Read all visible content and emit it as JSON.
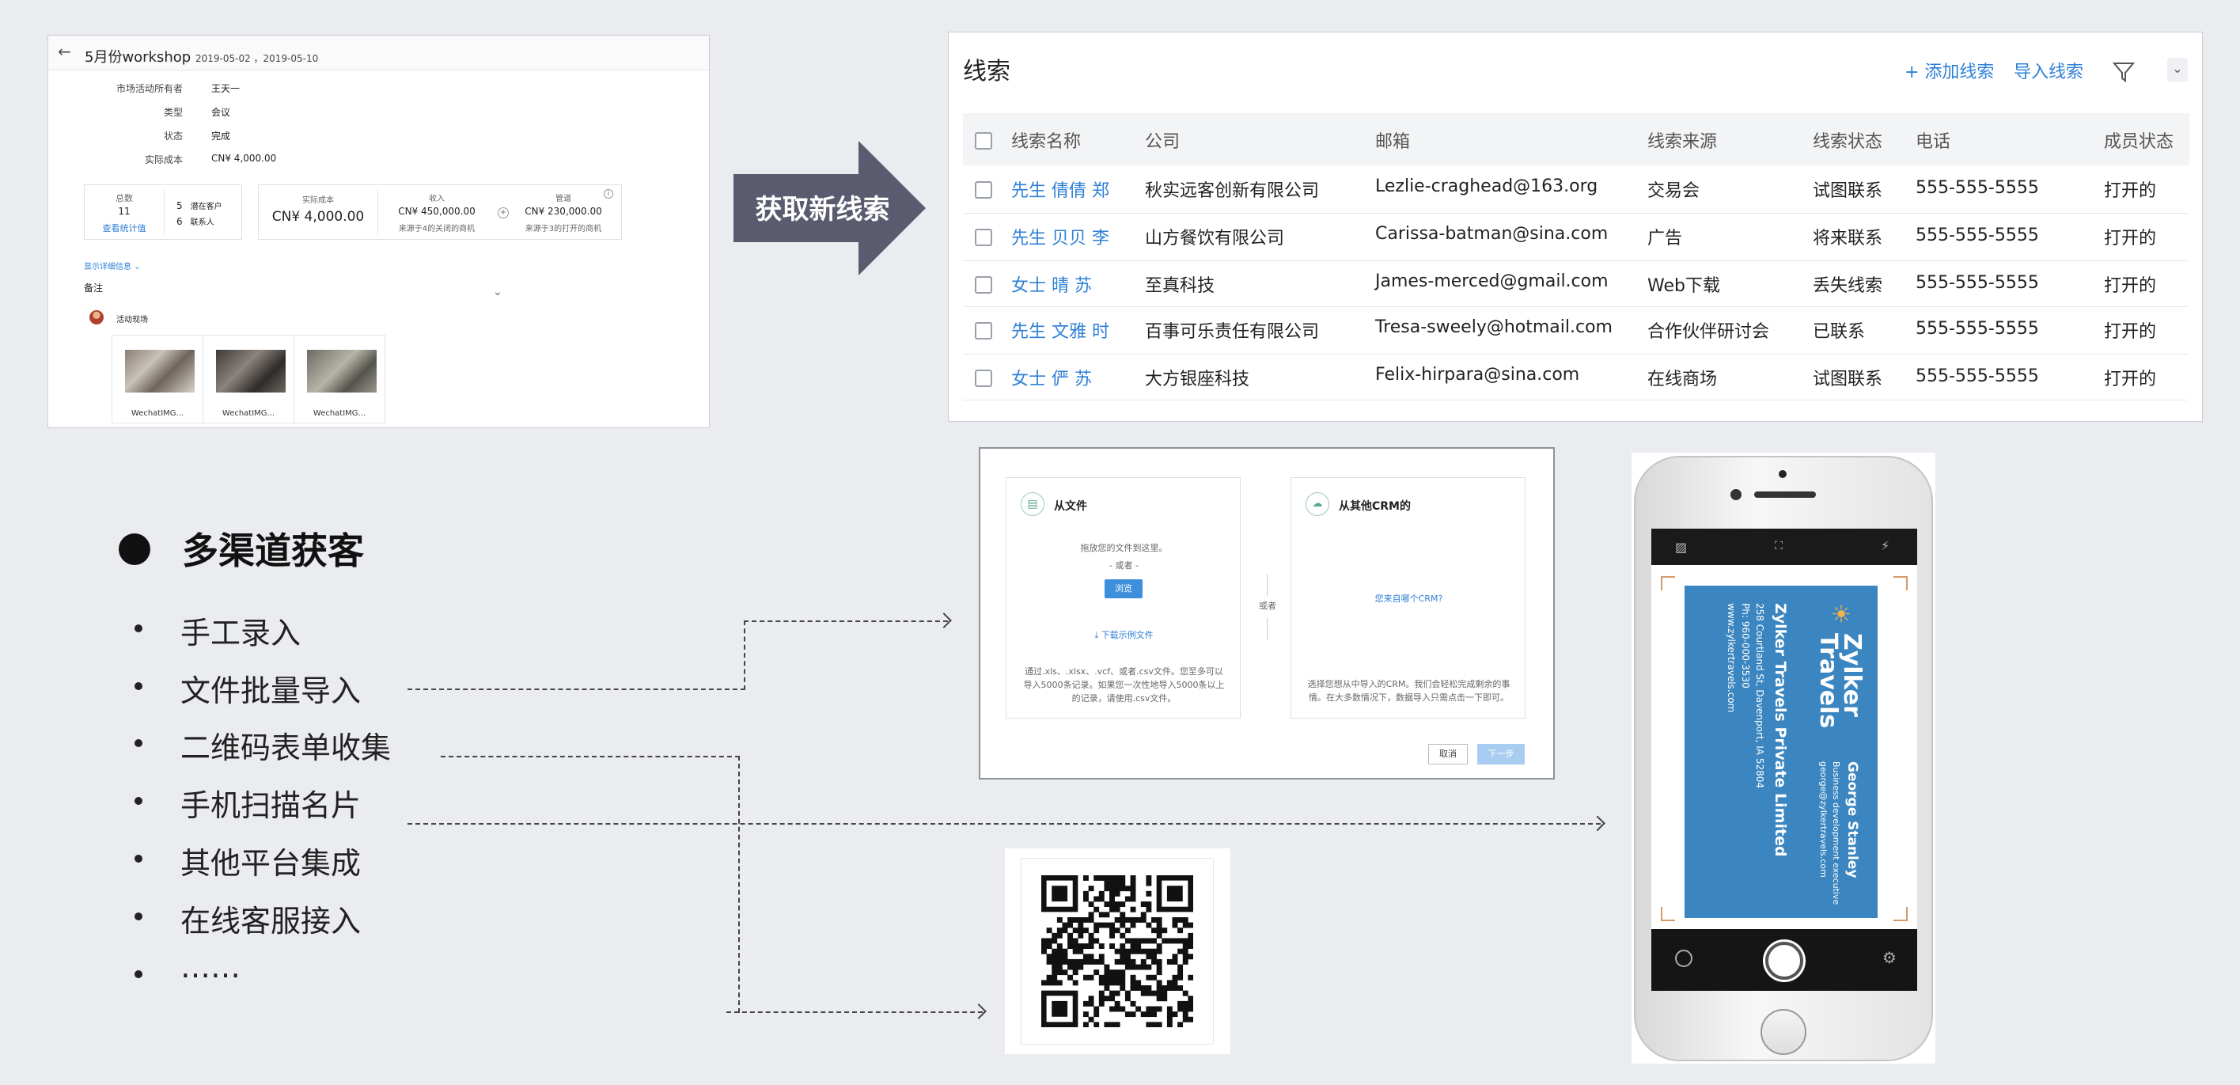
{
  "campaign": {
    "title": "5月份workshop",
    "dates": "2019-05-02 ，2019-05-10",
    "fields": [
      {
        "label": "市场活动所有者",
        "value": "王天一"
      },
      {
        "label": "类型",
        "value": "会议"
      },
      {
        "label": "状态",
        "value": "完成"
      },
      {
        "label": "实际成本",
        "value": "CN¥ 4,000.00"
      }
    ],
    "stats": {
      "total_label": "总数",
      "total_value": "11",
      "view_stats": "查看统计值",
      "prospects_count": "5",
      "prospects_label": "潜在客户",
      "contacts_count": "6",
      "contacts_label": "联系人",
      "cost_label": "实际成本",
      "cost_value": "CN¥ 4,000.00",
      "revenue_label": "收入",
      "revenue_value": "CN¥ 450,000.00",
      "revenue_note": "来源于4的关闭的商机",
      "pipeline_label": "管道",
      "pipeline_value": "CN¥ 230,000.00",
      "pipeline_note": "来源于3的打开的商机"
    },
    "show_details": "显示详细信息",
    "notes_label": "备注",
    "activity_label": "活动现场",
    "photos": [
      "WechatIMG...",
      "WechatIMG...",
      "WechatIMG..."
    ]
  },
  "arrow_label": "获取新线索",
  "leads": {
    "title": "线索",
    "add_button": "+ 添加线索",
    "import_button": "导入线索",
    "headers": [
      "线索名称",
      "公司",
      "邮箱",
      "线索来源",
      "线索状态",
      "电话",
      "成员状态"
    ],
    "rows": [
      [
        "先生 倩倩 郑",
        "秋实远客创新有限公司",
        "Lezlie-craghead@163.org",
        "交易会",
        "试图联系",
        "555-555-5555",
        "打开的"
      ],
      [
        "先生 贝贝 李",
        "山方餐饮有限公司",
        "Carissa-batman@sina.com",
        "广告",
        "将来联系",
        "555-555-5555",
        "打开的"
      ],
      [
        "女士 晴 苏",
        "至真科技",
        "James-merced@gmail.com",
        "Web下载",
        "丢失线索",
        "555-555-5555",
        "打开的"
      ],
      [
        "先生 文雅 时",
        "百事可乐责任有限公司",
        "Tresa-sweely@hotmail.com",
        "合作伙伴研讨会",
        "已联系",
        "555-555-5555",
        "打开的"
      ],
      [
        "女士 俨 苏",
        "大方银座科技",
        "Felix-hirpara@sina.com",
        "在线商场",
        "试图联系",
        "555-555-5555",
        "打开的"
      ]
    ]
  },
  "section_title": "多渠道获客",
  "channels": [
    "手工录入",
    "文件批量导入",
    "二维码表单收集",
    "手机扫描名片",
    "其他平台集成",
    "在线客服接入",
    "……"
  ],
  "import_dialog": {
    "from_file": "从文件",
    "drop_hint": "拖放您的文件到这里。",
    "or_small": "- 或者 -",
    "browse": "浏览",
    "download_sample": "下载示例文件",
    "file_desc": "通过.xls、.xlsx、.vcf、或者.csv文件。您至多可以导入5000条记录。如果您一次性地导入5000条以上的记录，请使用.csv文件。",
    "or": "或者",
    "from_crm": "从其他CRM的",
    "which_crm": "您来自哪个CRM?",
    "crm_desc": "选择您想从中导入的CRM。我们会轻松完成剩余的事情。在大多数情况下，数据导入只需点击一下即可。",
    "cancel": "取消",
    "next": "下一步"
  },
  "business_card": {
    "brand_line1": "Zylker",
    "brand_line2": "Travels",
    "name": "George Stanley",
    "role": "Business development executive",
    "email": "george@zylkertravels.com",
    "company": "Zylker Travels Private Limited",
    "address": "258 Courtland St, Davenport, IA 52804",
    "phone": "Ph: 960-000-3530",
    "web": "www.zylkertravels.com"
  },
  "colors": {
    "accent": "#2f80d6",
    "arrow": "#5a5b6e",
    "card_blue": "#3b86c0"
  }
}
